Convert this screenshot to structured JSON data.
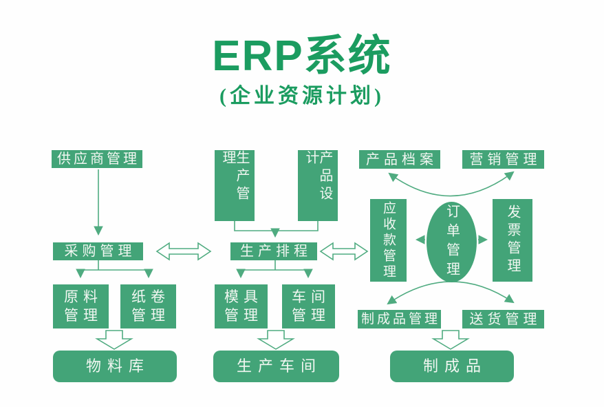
{
  "title": {
    "text": "ERP系统",
    "subtitle": "(企业资源计划)"
  },
  "colors": {
    "box_green": "#43A478",
    "title_green": "#1B9C60",
    "line_green": "#4FAB80",
    "text_white": "#F2F7F2",
    "bg": "#FEFEFE"
  },
  "nodes": {
    "supplier_management": {
      "label": "供应商管理"
    },
    "production_management": {
      "label": "生产管理"
    },
    "product_design": {
      "label": "产品设计"
    },
    "product_archive": {
      "label": "产品档案"
    },
    "marketing_management": {
      "label": "营销管理"
    },
    "procurement_management": {
      "label": "采购管理"
    },
    "production_scheduling": {
      "label": "生产排程"
    },
    "accounts_receivable_management": {
      "label": "应收款管理"
    },
    "order_management": {
      "label": "订单管理"
    },
    "invoice_management": {
      "label": "发票管理"
    },
    "raw_material_management": {
      "line1": "原料",
      "line2": "管理"
    },
    "paper_roll_management": {
      "line1": "纸卷",
      "line2": "管理"
    },
    "mold_management": {
      "line1": "模具",
      "line2": "管理"
    },
    "workshop_management": {
      "line1": "车间",
      "line2": "管理"
    },
    "finished_goods_management": {
      "label": "制成品管理"
    },
    "delivery_management": {
      "label": "送货管理"
    },
    "material_warehouse": {
      "label": "物料库"
    },
    "production_workshop": {
      "label": "生产车间"
    },
    "finished_products": {
      "label": "制成品"
    }
  }
}
